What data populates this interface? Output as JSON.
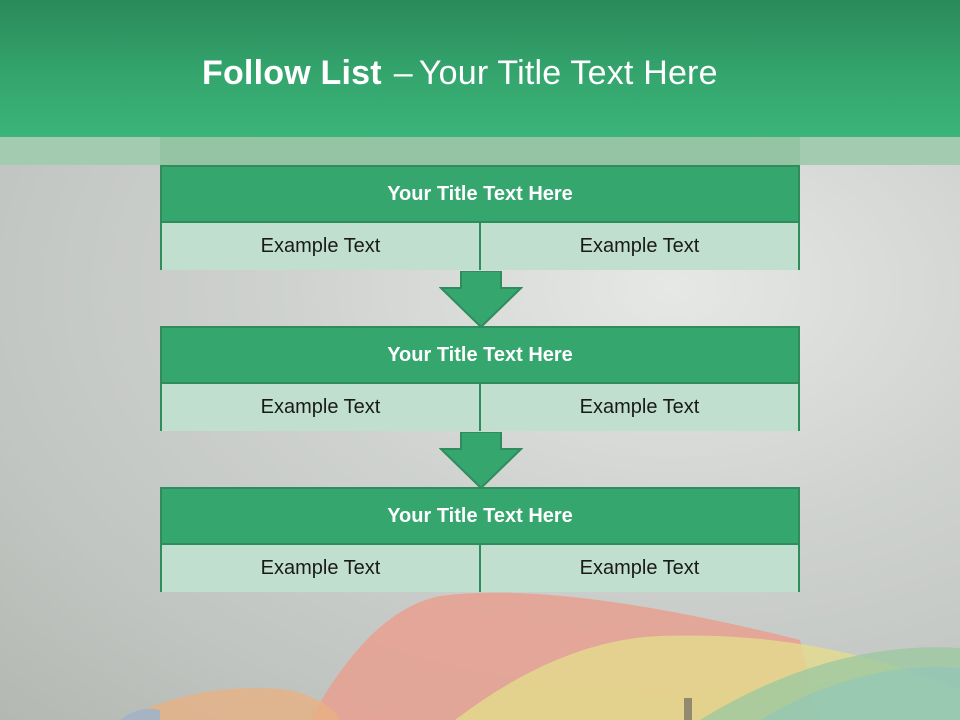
{
  "slide": {
    "title_bold": "Follow List",
    "title_dash": "–",
    "title_rest": "Your Title Text Here"
  },
  "blocks": [
    {
      "title": "Your Title Text Here",
      "left_text": "Example Text",
      "right_text": "Example Text"
    },
    {
      "title": "Your Title Text Here",
      "left_text": "Example Text",
      "right_text": "Example Text"
    },
    {
      "title": "Your Title Text Here",
      "left_text": "Example Text",
      "right_text": "Example Text"
    }
  ],
  "colors": {
    "header_green": "#34a56d",
    "block_title_fill": "#35a66e",
    "block_cell_fill": "#c0dfcf",
    "block_border": "#2f8c5c",
    "arrow_fill": "#35a66e"
  }
}
